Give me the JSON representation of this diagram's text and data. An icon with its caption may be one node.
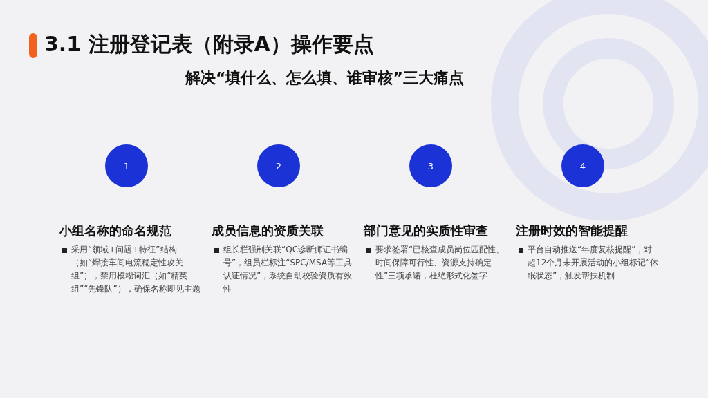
{
  "diagram": {
    "title": "3.1 注册登记表（附录A）操作要点",
    "nodes": [
      {
        "text": [
          "1"
        ],
        "beside": [
          "小组名称的命名规范",
          "采用“领域+问题+特征”结构（如“焊接车间电流稳定性攻关组”），禁用模糊词汇（如“精英组”“先锋队”），确保名称即见主题"
        ]
      },
      {
        "text": [
          "2"
        ],
        "beside": [
          "成员信息的资质关联",
          "组长栏强制关联“QC诊断师证书编号”，组员栏标注“SPC/MSA等工具认证情况”，系统自动校验资质有效性"
        ]
      },
      {
        "text": [
          "3"
        ],
        "beside": [
          "部门意见的实质性审查",
          "要求签署“已核查成员岗位匹配性、时间保障可行性、资源支持确定性”三项承诺，杜绝形式化签字"
        ]
      },
      {
        "text": [
          "4"
        ],
        "beside": [
          "注册时效的智能提醒",
          "平台自动推送“年度复核提醒”，对超12个月未开展活动的小组标记“休眠状态”，触发帮扶机制"
        ]
      }
    ],
    "edges": [],
    "labels": [
      "解决“填什么、怎么填、谁审核”三大痛点"
    ]
  }
}
